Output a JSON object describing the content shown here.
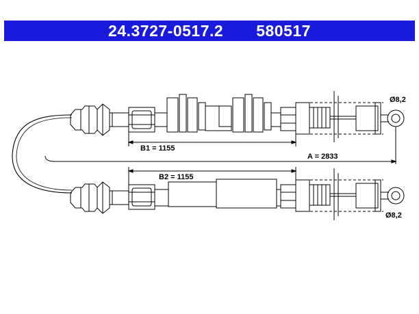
{
  "header": {
    "part_number": "24.3727-0517.2",
    "code": "580517"
  },
  "dimensions": {
    "b1": "B1 = 1155",
    "b2": "B2 = 1155",
    "a": "A = 2833",
    "diameter_top": "Ø8,2",
    "diameter_bottom": "Ø8,2"
  }
}
